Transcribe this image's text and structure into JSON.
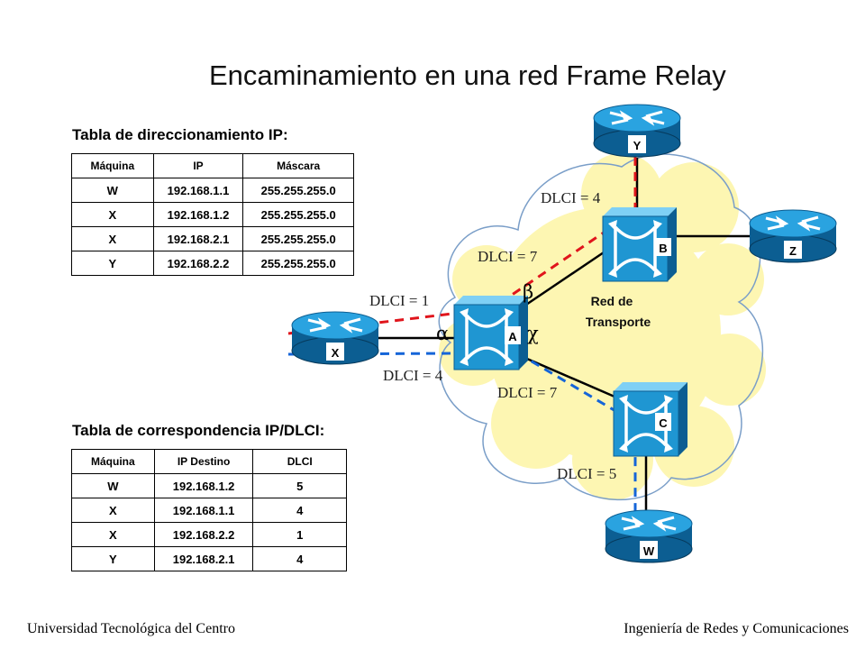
{
  "title": "Encaminamiento en una red Frame Relay",
  "ip_table": {
    "caption": "Tabla de direccionamiento IP:",
    "headers": [
      "Máquina",
      "IP",
      "Máscara"
    ],
    "rows": [
      [
        "W",
        "192.168.1.1",
        "255.255.255.0"
      ],
      [
        "X",
        "192.168.1.2",
        "255.255.255.0"
      ],
      [
        "X",
        "192.168.2.1",
        "255.255.255.0"
      ],
      [
        "Y",
        "192.168.2.2",
        "255.255.255.0"
      ]
    ]
  },
  "dlci_table": {
    "caption": "Tabla de correspondencia IP/DLCI:",
    "headers": [
      "Máquina",
      "IP Destino",
      "DLCI"
    ],
    "rows": [
      [
        "W",
        "192.168.1.2",
        "5"
      ],
      [
        "X",
        "192.168.1.1",
        "4"
      ],
      [
        "X",
        "192.168.2.2",
        "1"
      ],
      [
        "Y",
        "192.168.2.1",
        "4"
      ]
    ]
  },
  "diagram": {
    "cloud_label_line1": "Red de",
    "cloud_label_line2": "Transporte",
    "routers": {
      "x": "X",
      "y": "Y",
      "z": "Z",
      "w": "W"
    },
    "switches": {
      "a": "A",
      "b": "B",
      "c": "C"
    },
    "dlci_labels": {
      "y_b": "DLCI = 4",
      "a_b": "DLCI = 7",
      "x_a_top": "DLCI = 1",
      "x_a_bottom": "DLCI = 4",
      "a_c": "DLCI = 7",
      "c_w": "DLCI = 5"
    },
    "greek": {
      "alpha": "α",
      "beta": "β",
      "chi": "χ"
    },
    "colors": {
      "cloud_fill": "#fdf6b2",
      "cloud_stroke": "#7a9ec8",
      "device_blue": "#1f96d2",
      "red_path": "#e0151c",
      "blue_path": "#1565d8"
    }
  },
  "footer": {
    "left": "Universidad Tecnológica del Centro",
    "right": "Ingeniería de Redes y Comunicaciones"
  }
}
